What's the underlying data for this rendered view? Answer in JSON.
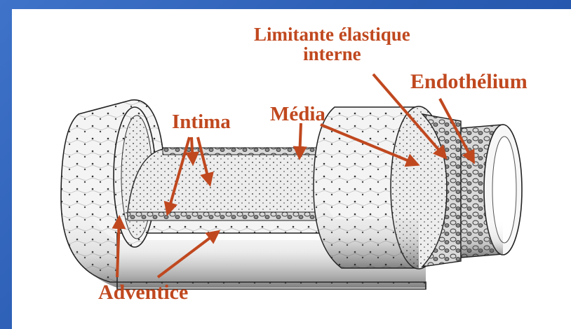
{
  "labels": {
    "limitante_line1": "Limitante élastique",
    "limitante_line2": "interne",
    "endothelium": "Endothélium",
    "media": "Média",
    "intima": "Intima",
    "adventice": "Adventice"
  },
  "colors": {
    "label": "#c0481f",
    "arrow": "#c0481f",
    "background": "#2a5db3"
  }
}
